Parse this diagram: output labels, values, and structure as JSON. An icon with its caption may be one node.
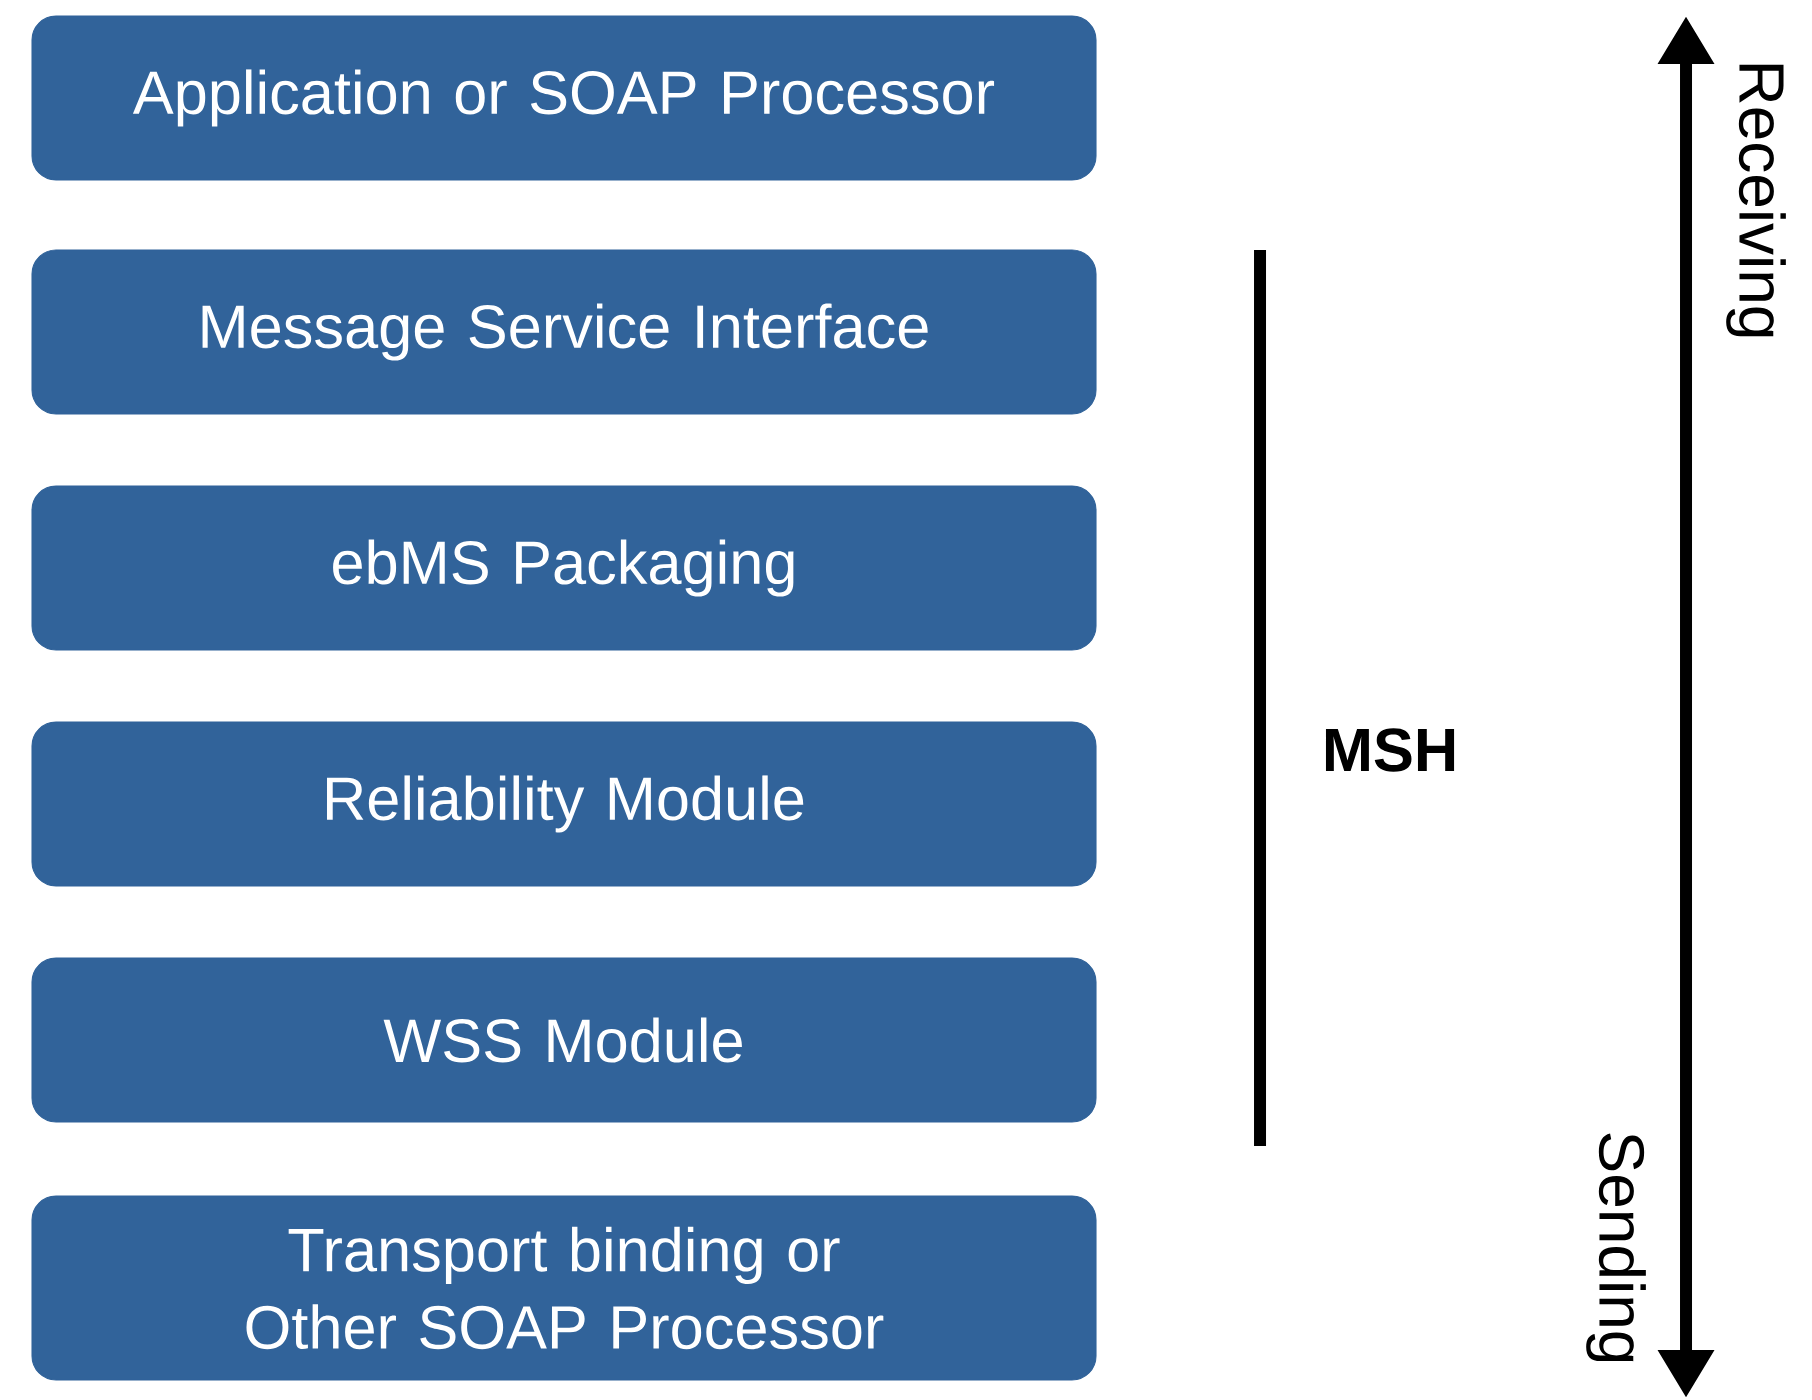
{
  "diagram": {
    "nodes": [
      {
        "text": [
          "Application or SOAP Processor"
        ]
      },
      {
        "text": [
          "Message Service Interface"
        ]
      },
      {
        "text": [
          "ebMS Packaging"
        ]
      },
      {
        "text": [
          "Reliability Module"
        ]
      },
      {
        "text": [
          "WSS Module"
        ]
      },
      {
        "text": [
          "Transport binding or Other SOAP Processor"
        ]
      }
    ],
    "labels": [
      "Receiving",
      "MSH",
      "Sending"
    ]
  }
}
